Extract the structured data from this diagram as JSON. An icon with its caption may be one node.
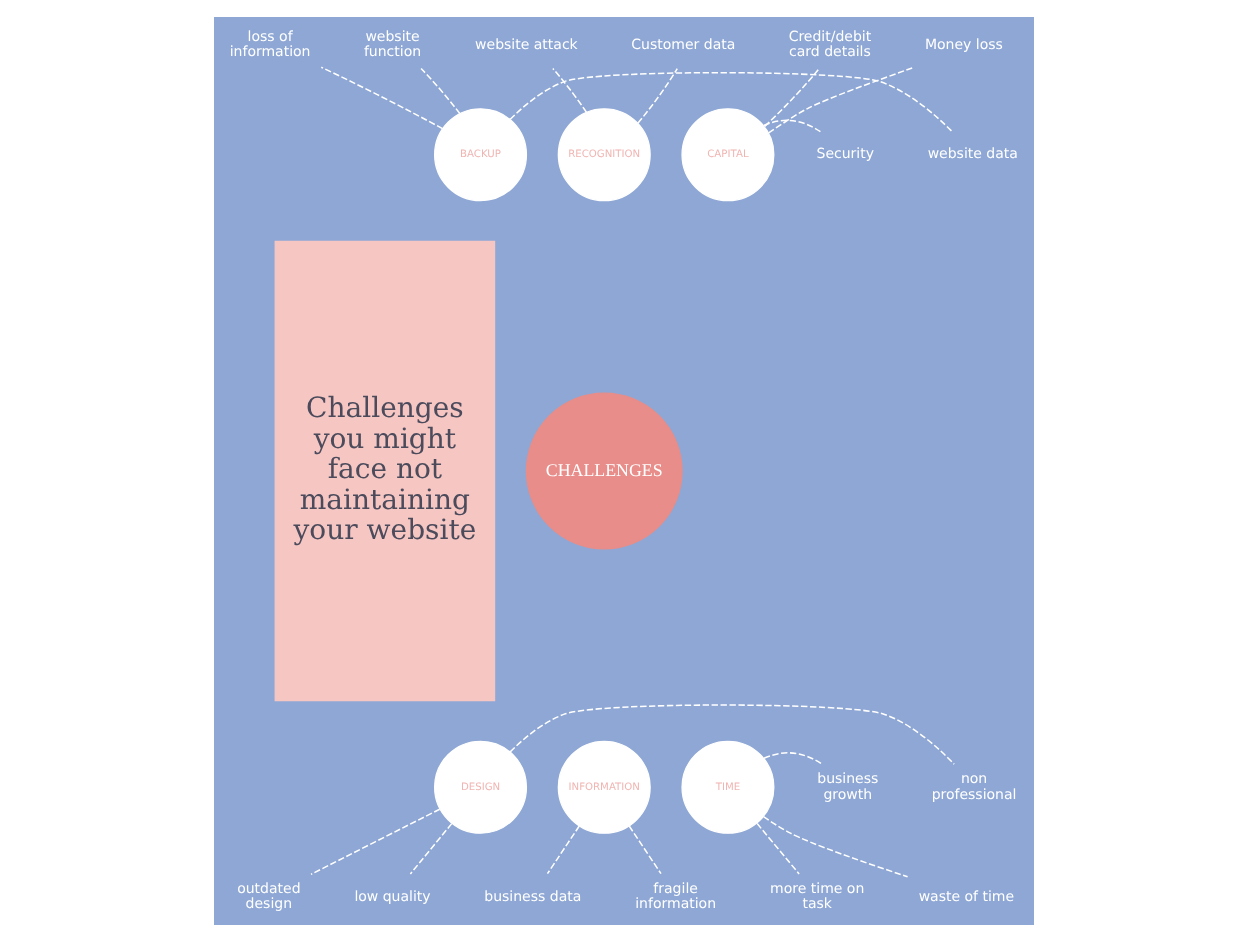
{
  "diagram": {
    "nodes": [
      {
        "text": [
          "Challenges you might face not maintaining your website"
        ]
      },
      {
        "text": [
          "CHALLENGES"
        ]
      },
      {
        "text": [
          "RECOGNITION"
        ]
      },
      {
        "text": [
          "website attack"
        ]
      },
      {
        "text": [
          "Customer data"
        ]
      },
      {
        "text": [
          "CAPITAL"
        ]
      },
      {
        "text": [
          "Credit/debit card details"
        ]
      },
      {
        "text": [
          "Money loss"
        ]
      },
      {
        "text": [
          "Security"
        ]
      },
      {
        "text": [
          "TIME"
        ]
      },
      {
        "text": [
          "business growth"
        ]
      },
      {
        "text": [
          "waste of time"
        ]
      },
      {
        "text": [
          "more time on task"
        ]
      },
      {
        "text": [
          "INFORMATION"
        ]
      },
      {
        "text": [
          "fragile information"
        ]
      },
      {
        "text": [
          "business data"
        ]
      },
      {
        "text": [
          "DESIGN"
        ]
      },
      {
        "text": [
          "low quality"
        ]
      },
      {
        "text": [
          "outdated design"
        ]
      },
      {
        "text": [
          "non professional"
        ]
      },
      {
        "text": [
          "BACKUP"
        ]
      },
      {
        "text": [
          "website data"
        ]
      },
      {
        "text": [
          "loss of information"
        ]
      },
      {
        "text": [
          "website function"
        ]
      }
    ],
    "edges": [
      {
        "from": 2,
        "to": 3,
        "arrow": "none",
        "style": "dashed"
      },
      {
        "from": 2,
        "to": 4,
        "arrow": "none",
        "style": "dashed"
      },
      {
        "from": 5,
        "to": 6,
        "arrow": "none",
        "style": "dashed"
      },
      {
        "from": 5,
        "to": 7,
        "arrow": "none",
        "style": "dashed"
      },
      {
        "from": 5,
        "to": 8,
        "arrow": "none",
        "style": "dashed"
      },
      {
        "from": 9,
        "to": 10,
        "arrow": "none",
        "style": "dashed"
      },
      {
        "from": 9,
        "to": 11,
        "arrow": "none",
        "style": "dashed"
      },
      {
        "from": 9,
        "to": 12,
        "arrow": "none",
        "style": "dashed"
      },
      {
        "from": 13,
        "to": 14,
        "arrow": "none",
        "style": "dashed"
      },
      {
        "from": 13,
        "to": 15,
        "arrow": "none",
        "style": "dashed"
      },
      {
        "from": 16,
        "to": 17,
        "arrow": "none",
        "style": "dashed"
      },
      {
        "from": 16,
        "to": 18,
        "arrow": "none",
        "style": "dashed"
      },
      {
        "from": 16,
        "to": 19,
        "arrow": "none",
        "style": "dashed"
      },
      {
        "from": 20,
        "to": 21,
        "arrow": "none",
        "style": "dashed"
      },
      {
        "from": 20,
        "to": 22,
        "arrow": "none",
        "style": "dashed"
      },
      {
        "from": 20,
        "to": 23,
        "arrow": "none",
        "style": "dashed"
      }
    ]
  }
}
